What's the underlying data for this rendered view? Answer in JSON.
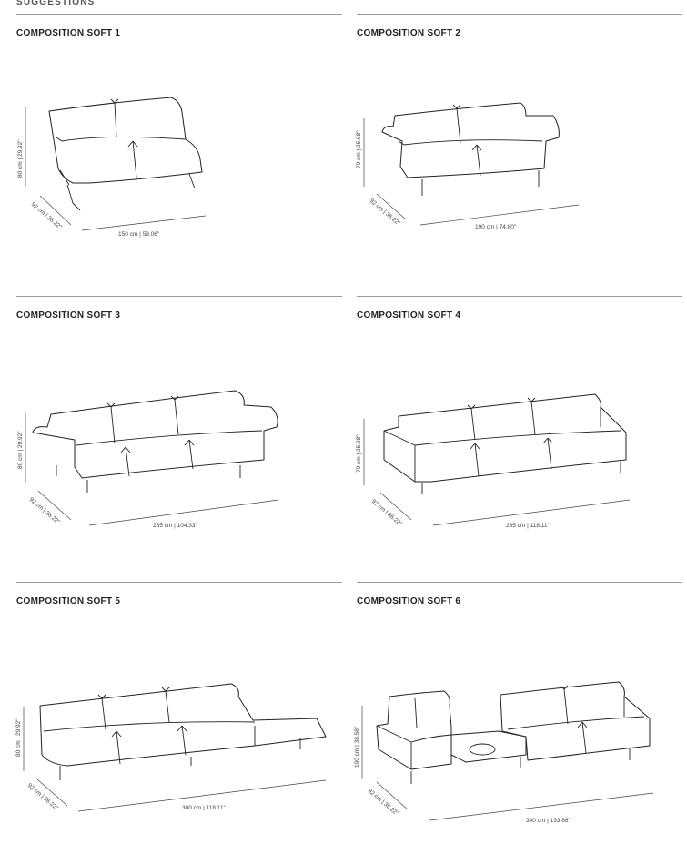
{
  "header": "SUGGESTIONS",
  "compositions": [
    {
      "title": "COMPOSITION SOFT 1",
      "height": "80 cm | 29.92\"",
      "depth": "92 cm | 36.22\"",
      "width": "150 cm | 59.06\""
    },
    {
      "title": "COMPOSITION SOFT 2",
      "height": "70 cm | 25.98\"",
      "depth": "92 cm | 36.22\"",
      "width": "190 cm | 74.80\""
    },
    {
      "title": "COMPOSITION SOFT 3",
      "height": "80 cm | 29.92\"",
      "depth": "92 cm | 36.22\"",
      "width": "265 cm | 104.33\""
    },
    {
      "title": "COMPOSITION SOFT 4",
      "height": "70 cm | 25.98\"",
      "depth": "92 cm | 36.22\"",
      "width": "265 cm | 118.11\""
    },
    {
      "title": "COMPOSITION SOFT 5",
      "height": "80 cm | 29.92\"",
      "depth": "92 cm | 36.22\"",
      "width": "300 cm | 118.11\""
    },
    {
      "title": "COMPOSITION SOFT 6",
      "height": "100 cm | 38.58\"",
      "depth": "92 cm | 36.22\"",
      "width": "340 cm | 133.86\""
    }
  ]
}
